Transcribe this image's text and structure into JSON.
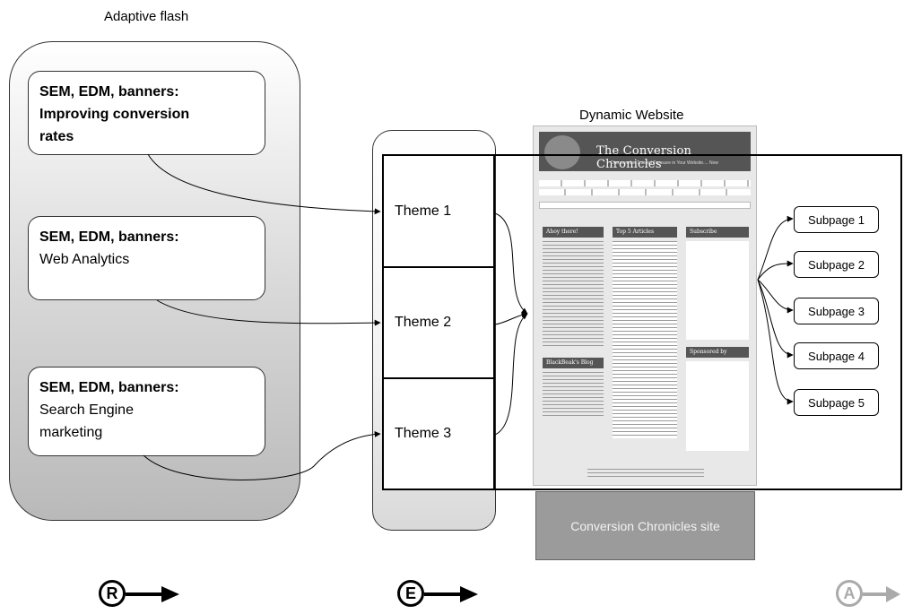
{
  "left_panel": {
    "title": "Adaptive flash",
    "boxes": [
      {
        "heading": "SEM, EDM, banners:",
        "line1": "Improving conversion",
        "line2": "rates",
        "bold_all": true
      },
      {
        "heading": "SEM, EDM, banners:",
        "line1": "Web Analytics",
        "line2": ""
      },
      {
        "heading": "SEM, EDM, banners:",
        "line1": "Search Engine",
        "line2": "marketing"
      }
    ]
  },
  "middle": {
    "themes": [
      "Theme 1",
      "Theme 2",
      "Theme 3"
    ]
  },
  "website": {
    "title": "Dynamic Website",
    "site_name": "The Conversion Chronicles",
    "site_tagline": "Discover the Trusted Treasure in Your Website.... Now",
    "col_heads": [
      "Ahoy there!",
      "Top 5 Articles",
      "Subscribe",
      "BlackBeak's Blog",
      "Sponsored by"
    ],
    "caption": "Conversion Chronicles site"
  },
  "subpages": [
    "Subpage 1",
    "Subpage 2",
    "Subpage 3",
    "Subpage 4",
    "Subpage 5"
  ],
  "footer_markers": [
    {
      "letter": "R",
      "color": "#000000"
    },
    {
      "letter": "E",
      "color": "#000000"
    },
    {
      "letter": "A",
      "color": "#aaaaaa"
    }
  ]
}
